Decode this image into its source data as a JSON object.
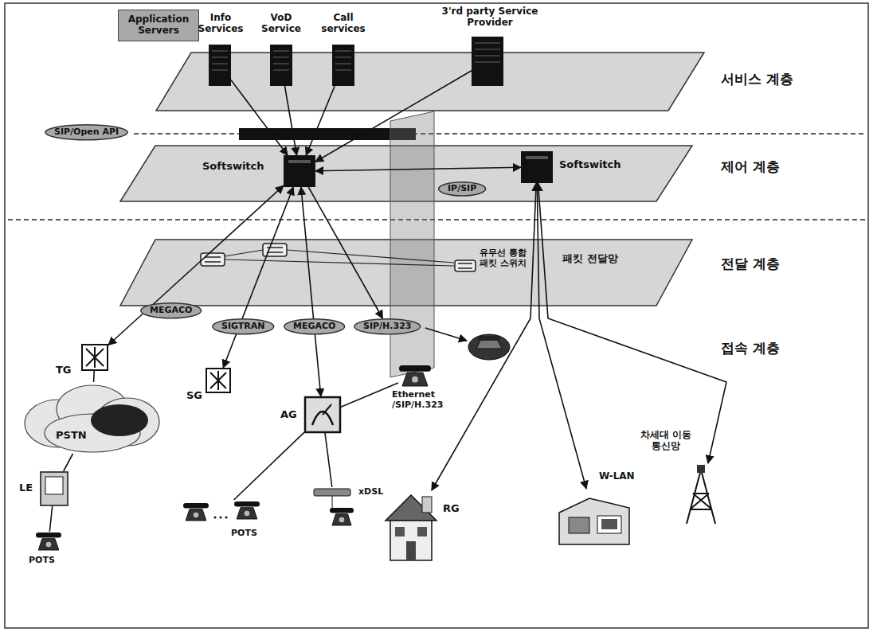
{
  "diagram": {
    "nodes": [
      {
        "text": [
          "Application Servers"
        ]
      },
      {
        "text": [
          "서비스 계층"
        ]
      },
      {
        "text": [
          "Info Services"
        ],
        "in": 1
      },
      {
        "text": [
          "VoD Service"
        ],
        "in": 1
      },
      {
        "text": [
          "Call services"
        ],
        "in": 1
      },
      {
        "text": [
          "3'rd party Service Provider"
        ],
        "in": 1
      },
      {
        "text": [
          "SIP/Open API"
        ]
      },
      {
        "text": [
          "제어 계층"
        ]
      },
      {
        "text": [
          "Softswitch"
        ],
        "in": 7
      },
      {
        "text": [
          "Softswitch"
        ],
        "in": 7
      },
      {
        "text": [
          "IP/SIP"
        ],
        "in": 7
      },
      {
        "text": [
          "패킷 전달망",
          "전달 계층"
        ]
      },
      {
        "text": [
          "유무선 통합 패킷 스위치"
        ],
        "in": 11
      },
      {
        "text": [
          "MEGACO"
        ]
      },
      {
        "text": [
          "SIGTRAN"
        ]
      },
      {
        "text": [
          "MEGACO"
        ]
      },
      {
        "text": [
          "SIP/H.323"
        ]
      },
      {
        "text": [
          "TG"
        ]
      },
      {
        "text": [
          "SG"
        ]
      },
      {
        "text": [
          "AG"
        ]
      },
      {
        "text": [
          "Ethernet /SIP/H.323"
        ]
      },
      {
        "text": [
          "PSTN"
        ]
      },
      {
        "text": [
          "LE"
        ]
      },
      {
        "text": [
          "POTS"
        ]
      },
      {
        "text": [
          "POTS"
        ]
      },
      {
        "text": [
          "xDSL"
        ]
      },
      {
        "text": [
          "RG"
        ]
      },
      {
        "text": [
          "W-LAN"
        ]
      },
      {
        "text": [
          "차세대 이동통신망"
        ]
      }
    ],
    "edges": [
      {
        "from": 2,
        "to": 8,
        "arrow": "to"
      },
      {
        "from": 3,
        "to": 8,
        "arrow": "to"
      },
      {
        "from": 4,
        "to": 8,
        "arrow": "to"
      },
      {
        "from": 5,
        "to": 8,
        "arrow": "to"
      },
      {
        "from": 8,
        "to": 9,
        "arrow": "both"
      },
      {
        "from": 8,
        "to": 17,
        "arrow": "both"
      },
      {
        "from": 8,
        "to": 18,
        "arrow": "both"
      },
      {
        "from": 8,
        "to": 19,
        "arrow": "both"
      },
      {
        "from": 8,
        "to": 16,
        "arrow": "to"
      },
      {
        "from": 9,
        "to": 26,
        "arrow": "both"
      },
      {
        "from": 9,
        "to": 27,
        "arrow": "both"
      },
      {
        "from": 9,
        "to": 28,
        "arrow": "both"
      },
      {
        "from": 17,
        "to": 21,
        "arrow": "none"
      },
      {
        "from": 21,
        "to": 22,
        "arrow": "none"
      },
      {
        "from": 22,
        "to": 23,
        "arrow": "none"
      },
      {
        "from": 19,
        "to": 24,
        "arrow": "none"
      },
      {
        "from": 19,
        "to": 25,
        "arrow": "none"
      },
      {
        "from": 19,
        "to": 20,
        "arrow": "none"
      }
    ],
    "labels": [
      "접속 계층"
    ]
  }
}
